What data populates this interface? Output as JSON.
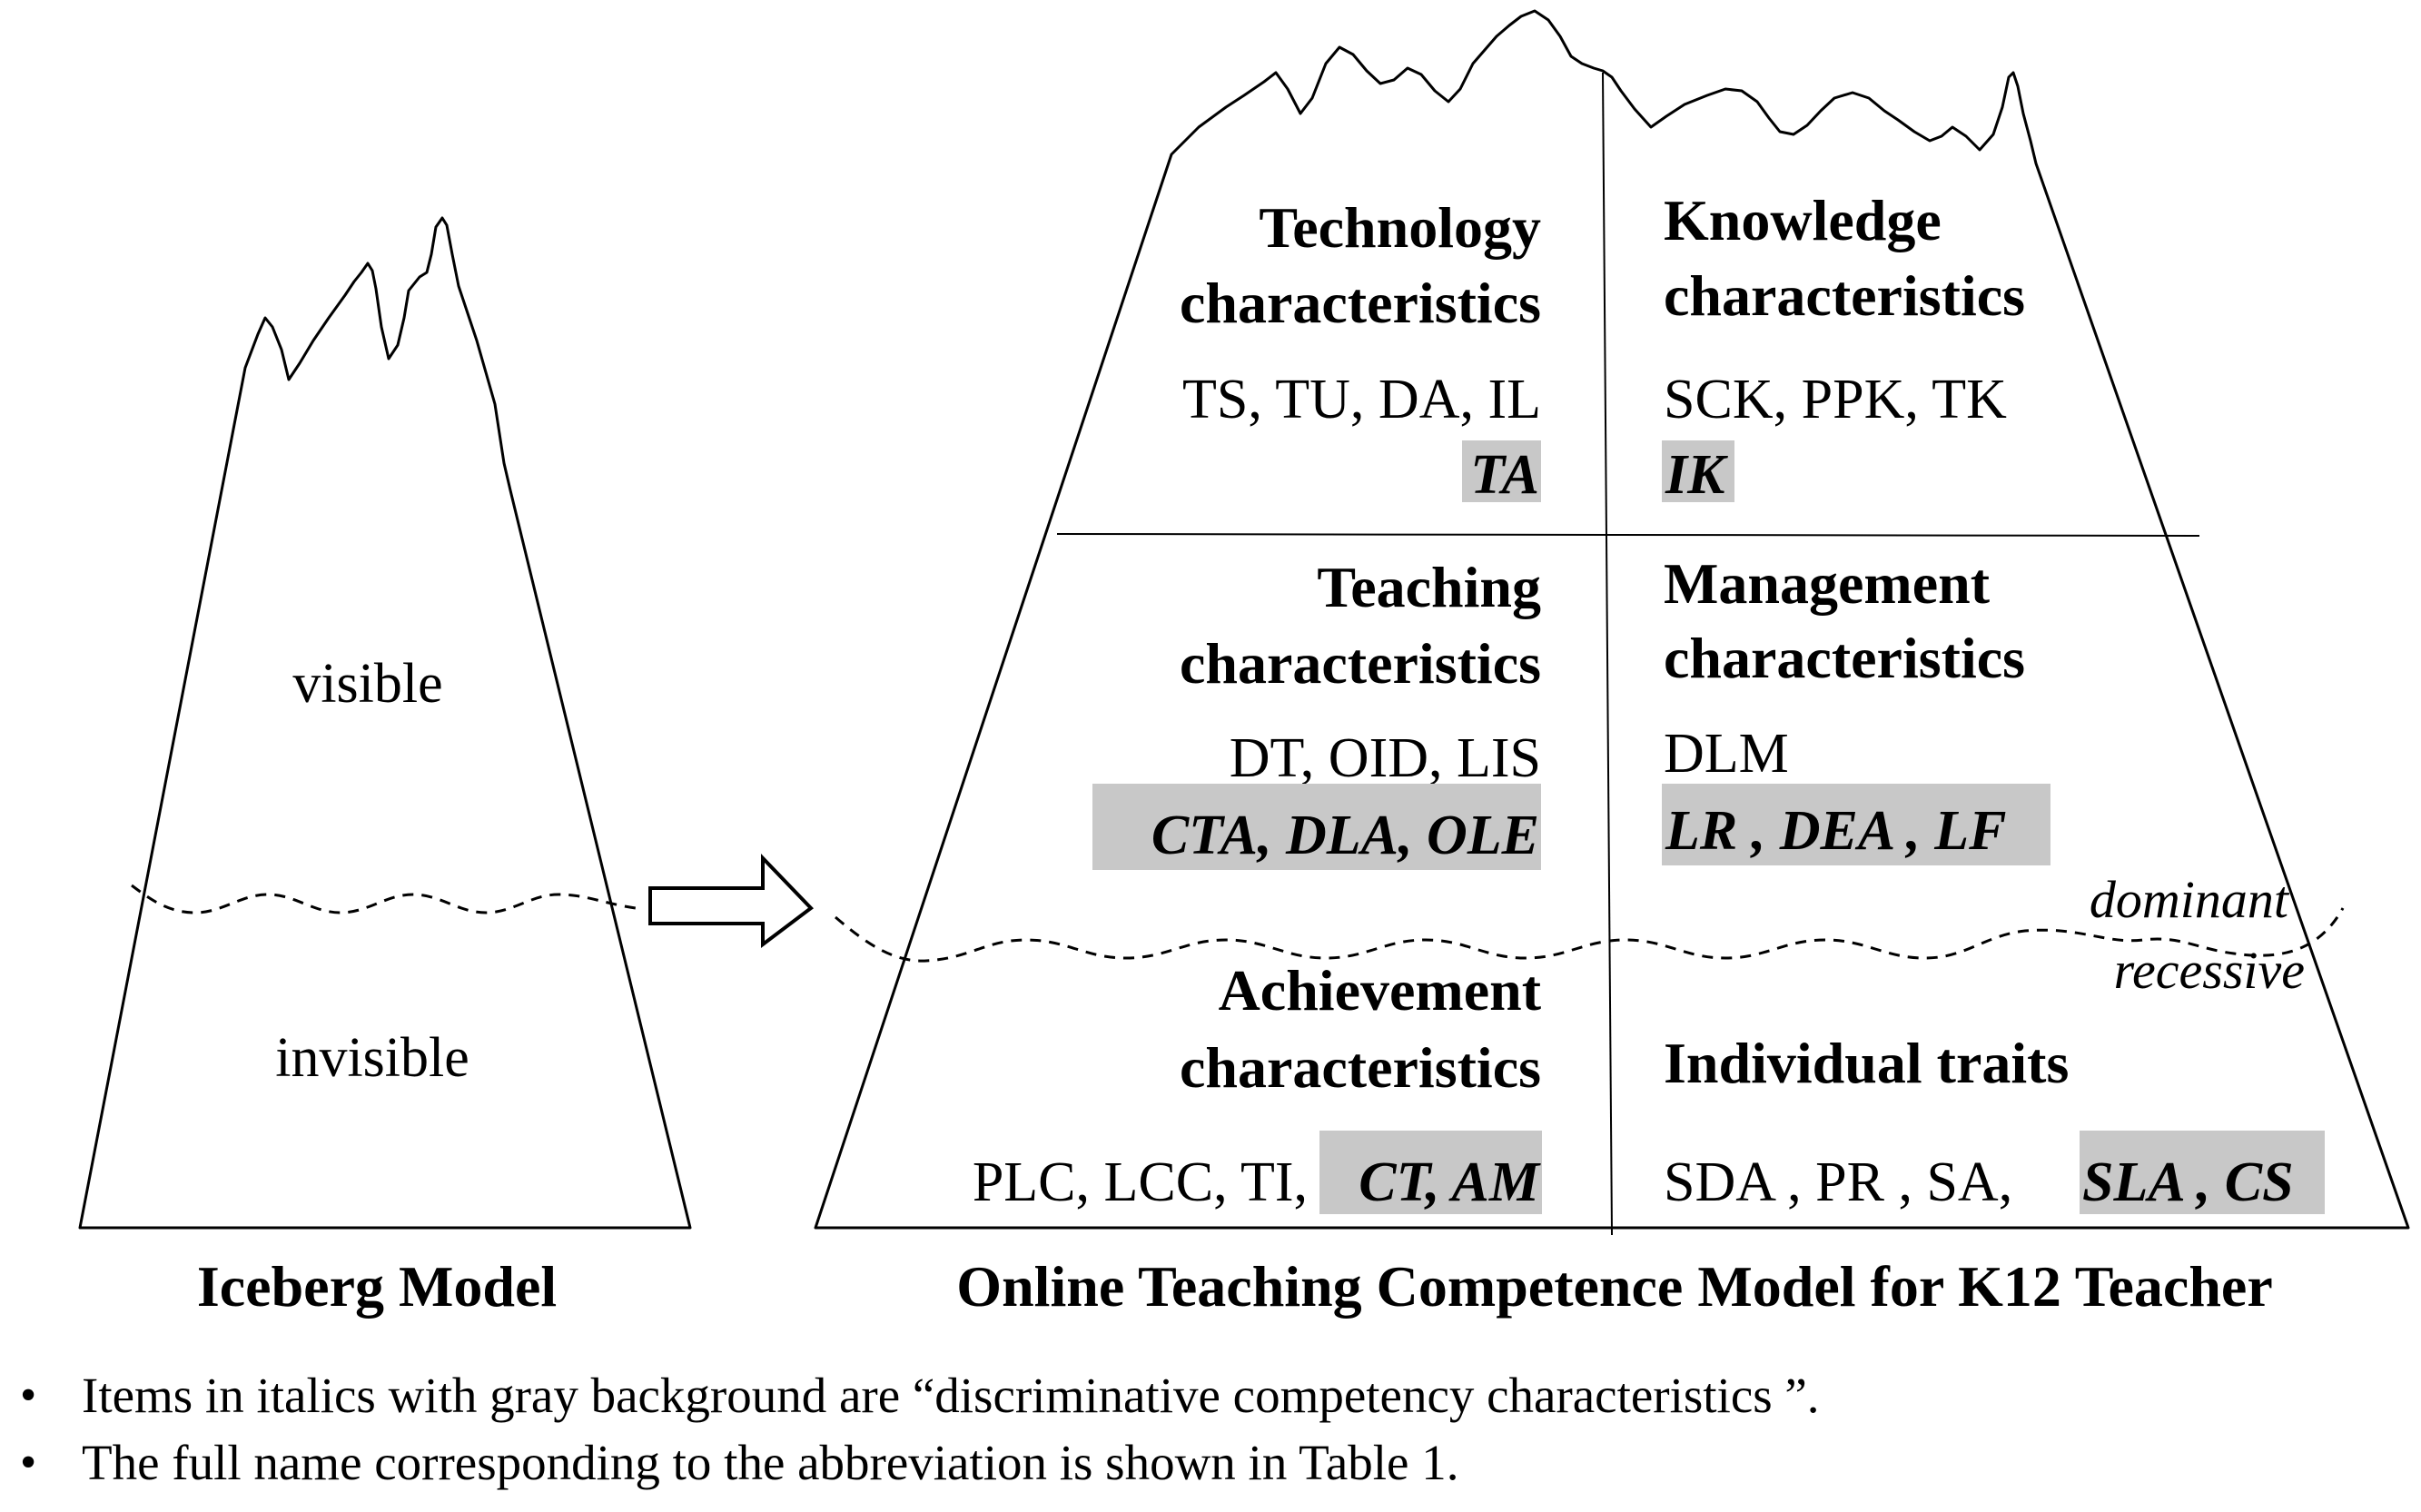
{
  "iceberg": {
    "label_visible": "visible",
    "label_invisible": "invisible",
    "caption": "Iceberg Model"
  },
  "competence_model": {
    "caption": "Online Teaching Competence Model for K12 Teacher",
    "label_dominant": "dominant",
    "label_recessive": "recessive",
    "quadrants": {
      "technology": {
        "title_line1": "Technology",
        "title_line2": "characteristics",
        "items": "TS, TU, DA, IL",
        "discriminative": "TA"
      },
      "knowledge": {
        "title_line1": "Knowledge",
        "title_line2": "characteristics",
        "items": "SCK, PPK, TK",
        "discriminative": "IK"
      },
      "teaching": {
        "title_line1": "Teaching",
        "title_line2": "characteristics",
        "items": "DT, OID, LIS",
        "discriminative": "CTA, DLA, OLE"
      },
      "management": {
        "title_line1": "Management",
        "title_line2": "characteristics",
        "items": "DLM",
        "discriminative": "LR , DEA , LF"
      },
      "achievement": {
        "title_line1": "Achievement",
        "title_line2": "characteristics",
        "items": "PLC, LCC, TI,",
        "discriminative": "CT, AM"
      },
      "individual": {
        "title_line1": "Individual traits",
        "items": "SDA , PR , SA,",
        "discriminative": "SLA , CS"
      }
    }
  },
  "notes": [
    "Items in italics with gray background are “discriminative competency characteristics ”.",
    "The full name corresponding to the  abbreviation is shown in Table 1."
  ],
  "bullet": "•",
  "colors": {
    "highlight": "#c8c8c8",
    "ink": "#000000"
  }
}
